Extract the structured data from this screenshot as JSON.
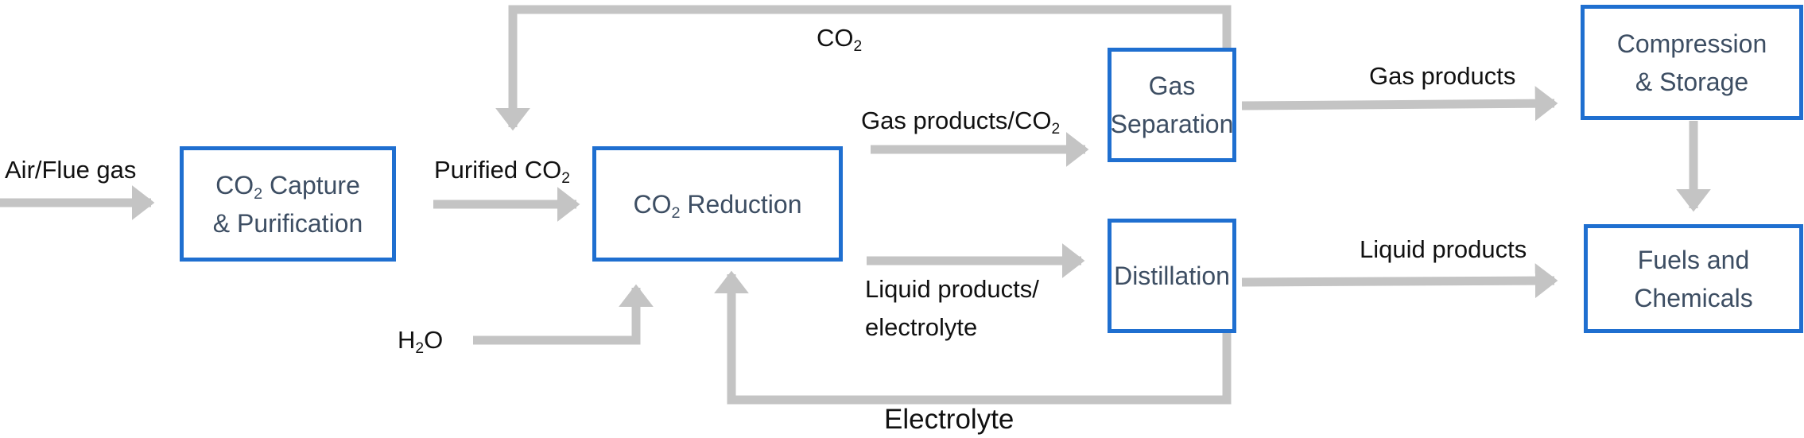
{
  "colors": {
    "box_border": "#1f6fd0",
    "box_text": "#3d4e63",
    "arrow": "#c4c4c4",
    "label": "#111111"
  },
  "boxes": {
    "capture": {
      "line1_pre": "CO",
      "line1_sub": "2",
      "line1_post": " Capture",
      "line2": "& Purification"
    },
    "reduction": {
      "pre": "CO",
      "sub": "2",
      "post": " Reduction"
    },
    "gas_separation": {
      "line1": "Gas",
      "line2": "Separation"
    },
    "distillation": {
      "line1": "Distillation"
    },
    "compression": {
      "line1": "Compression",
      "line2": "& Storage"
    },
    "fuels": {
      "line1": "Fuels and",
      "line2": "Chemicals"
    }
  },
  "labels": {
    "air_flue_gas": "Air/Flue gas",
    "purified_co2": {
      "pre": "Purified CO",
      "sub": "2"
    },
    "recycle_co2": {
      "pre": "CO",
      "sub": "2"
    },
    "gas_products_co2": {
      "pre": "Gas products/CO",
      "sub": "2"
    },
    "liquid_products_electrolyte": {
      "line1": "Liquid products/",
      "line2": "electrolyte"
    },
    "h2o": {
      "pre": "H",
      "sub": "2",
      "post": "O"
    },
    "electrolyte": "Electrolyte",
    "gas_products": "Gas products",
    "liquid_products": "Liquid products"
  }
}
